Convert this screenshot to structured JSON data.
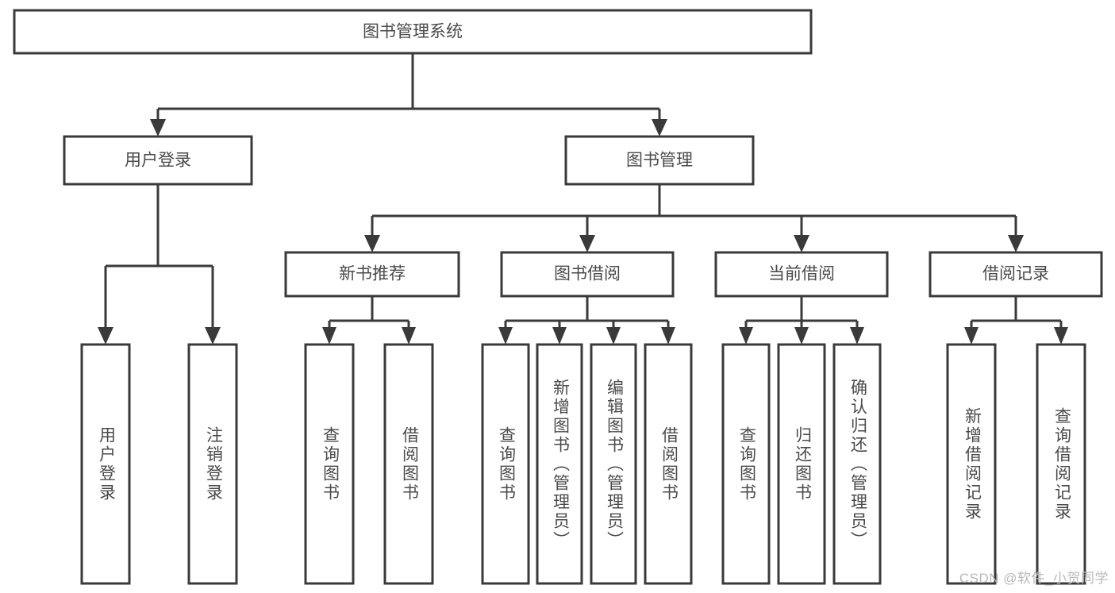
{
  "diagram": {
    "type": "tree-flowchart",
    "title": "图书管理系统",
    "colors": {
      "stroke": "#3a3a3a",
      "fill": "#ffffff",
      "text": "#4a4a4a",
      "background": "#ffffff",
      "watermark": "#b9b9b9"
    },
    "nodes": {
      "root": {
        "label": "图书管理系统"
      },
      "level2": [
        {
          "id": "user-login",
          "label": "用户登录"
        },
        {
          "id": "book-manage",
          "label": "图书管理"
        }
      ],
      "level3": [
        {
          "id": "new-book-recommend",
          "label": "新书推荐"
        },
        {
          "id": "book-borrow",
          "label": "图书借阅"
        },
        {
          "id": "current-borrow",
          "label": "当前借阅"
        },
        {
          "id": "borrow-record",
          "label": "借阅记录"
        }
      ],
      "leaves": {
        "user-login": [
          {
            "id": "leaf-user-login",
            "label": "用户登录"
          },
          {
            "id": "leaf-user-logout",
            "label": "注销登录"
          }
        ],
        "new-book-recommend": [
          {
            "id": "leaf-query-book-1",
            "label": "查询图书"
          },
          {
            "id": "leaf-borrow-book-1",
            "label": "借阅图书"
          }
        ],
        "book-borrow": [
          {
            "id": "leaf-query-book-2",
            "label": "查询图书"
          },
          {
            "id": "leaf-add-book",
            "label": "新增图书（管理员）"
          },
          {
            "id": "leaf-edit-book",
            "label": "编辑图书（管理员）"
          },
          {
            "id": "leaf-borrow-book-2",
            "label": "借阅图书"
          }
        ],
        "current-borrow": [
          {
            "id": "leaf-query-book-3",
            "label": "查询图书"
          },
          {
            "id": "leaf-return-book",
            "label": "归还图书"
          },
          {
            "id": "leaf-confirm-return",
            "label": "确认归还（管理员）"
          }
        ],
        "borrow-record": [
          {
            "id": "leaf-add-record",
            "label": "新增借阅记录"
          },
          {
            "id": "leaf-query-record",
            "label": "查询借阅记录"
          }
        ]
      }
    }
  },
  "watermark": {
    "text": "CSDN @软件_小贺同学"
  }
}
